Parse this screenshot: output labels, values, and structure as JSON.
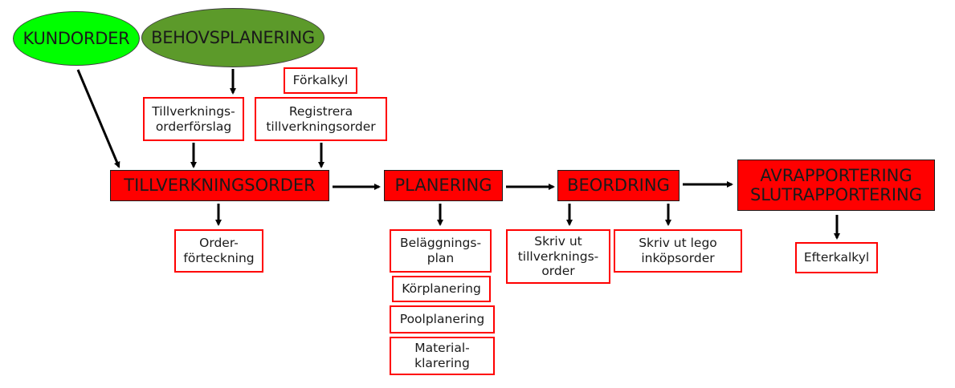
{
  "colors": {
    "kundorder_fill": "#00ff00",
    "behov_fill": "#5c9a2a",
    "main_fill": "#ff0000",
    "sub_border": "#ff0000",
    "arrow": "#000000"
  },
  "ellipses": {
    "kundorder": "KUNDORDER",
    "behovsplanering": "BEHOVSPLANERING"
  },
  "main_steps": {
    "tillverkningsorder": "TILLVERKNINGSORDER",
    "planering": "PLANERING",
    "beordring": "BEORDRING",
    "avrapportering": "AVRAPPORTERING\nSLUTRAPPORTERING"
  },
  "sub_steps": {
    "forkalkyl": "Förkalkyl",
    "tillverkningsorderforslag": "Tillverknings-\norderförslag",
    "registrera": "Registrera\ntillverkningsorder",
    "orderforteckning": "Order-\nförteckning",
    "belaggningsplan": "Beläggnings-\nplan",
    "korplanering": "Körplanering",
    "poolplanering": "Poolplanering",
    "materialklarering": "Material-\nklarering",
    "skriv_tillverkningsorder": "Skriv ut\ntillverknings-\norder",
    "skriv_lego": "Skriv ut lego\ninköpsorder",
    "efterkalkyl": "Efterkalkyl"
  }
}
